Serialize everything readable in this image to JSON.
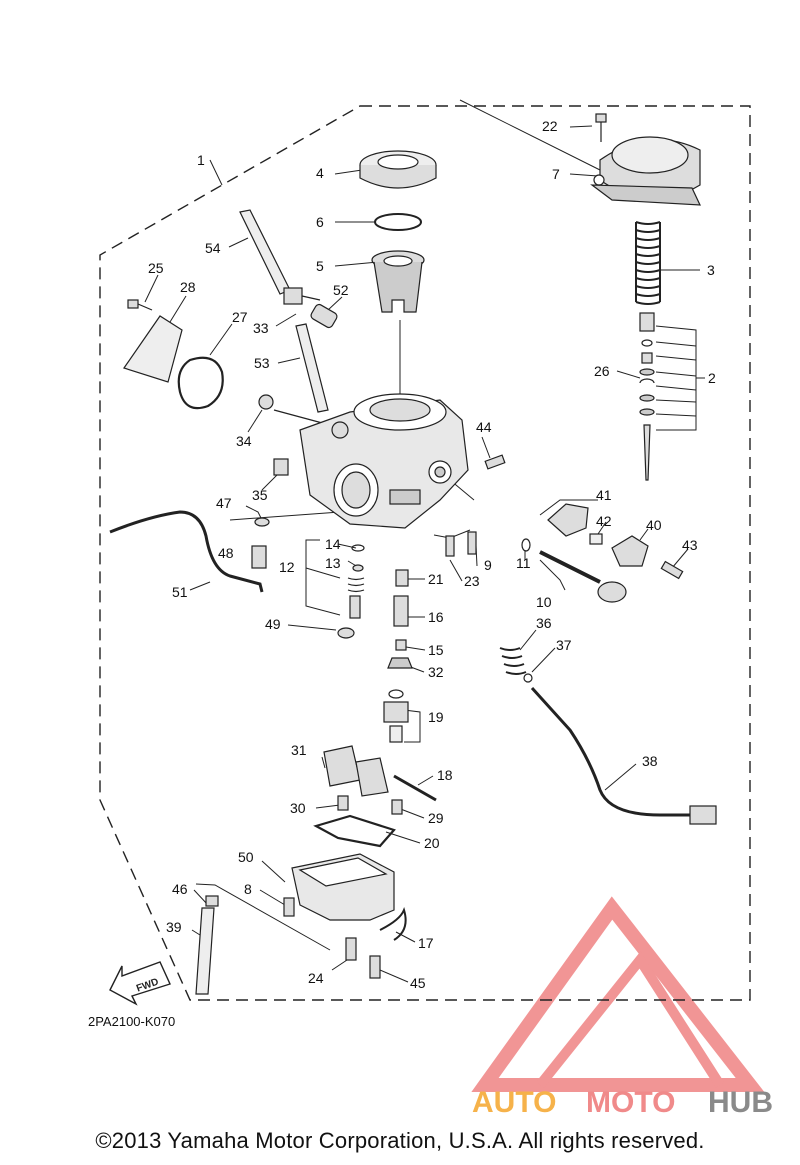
{
  "diagram_code": "2PA2100-K070",
  "fwd_label": "FWD",
  "copyright": "©2013 Yamaha Motor Corporation, U.S.A. All rights reserved.",
  "watermark": {
    "auto": "AUTO",
    "moto": "MOTO",
    "hub": "HUB",
    "colors": {
      "triangle": "#f08a8a",
      "auto": "#f6b24a",
      "moto": "#f08a8a",
      "hub": "#8a8a8a"
    }
  },
  "part_labels": [
    "1",
    "2",
    "3",
    "4",
    "5",
    "6",
    "7",
    "8",
    "9",
    "10",
    "11",
    "12",
    "13",
    "14",
    "15",
    "16",
    "17",
    "18",
    "19",
    "20",
    "21",
    "22",
    "23",
    "24",
    "25",
    "26",
    "27",
    "28",
    "29",
    "30",
    "31",
    "32",
    "33",
    "34",
    "35",
    "36",
    "37",
    "38",
    "39",
    "40",
    "41",
    "42",
    "43",
    "44",
    "45",
    "46",
    "47",
    "48",
    "49",
    "50",
    "51",
    "52",
    "53",
    "54"
  ]
}
